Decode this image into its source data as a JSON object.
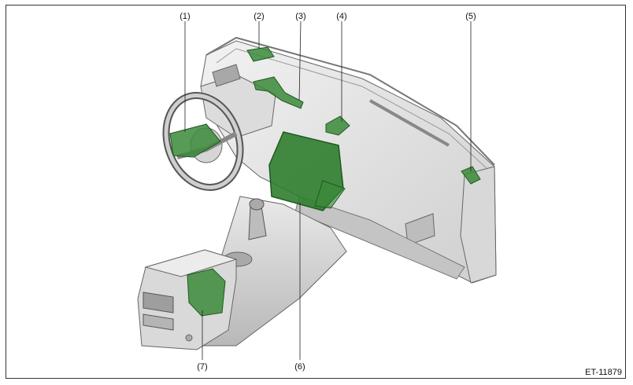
{
  "callouts": [
    {
      "id": "1",
      "label": "(1)"
    },
    {
      "id": "2",
      "label": "(2)"
    },
    {
      "id": "3",
      "label": "(3)"
    },
    {
      "id": "4",
      "label": "(4)"
    },
    {
      "id": "5",
      "label": "(5)"
    },
    {
      "id": "6",
      "label": "(6)"
    },
    {
      "id": "7",
      "label": "(7)"
    }
  ],
  "reference_code": "ET-11879",
  "colors": {
    "highlight": "#3a8a3a",
    "highlight_edge": "#1f5a1f",
    "body_light": "#e6e6e6",
    "body_mid": "#cfcfcf",
    "body_dark": "#9a9a9a",
    "outline": "#555555"
  }
}
